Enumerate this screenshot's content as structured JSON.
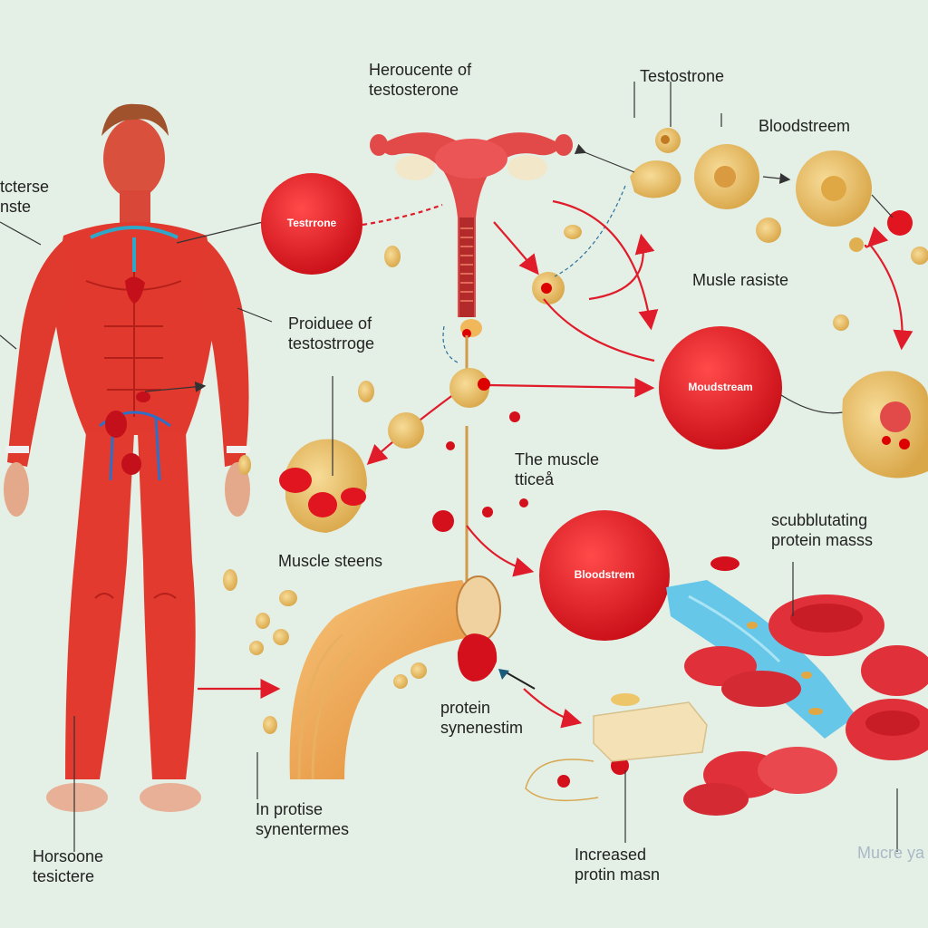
{
  "labels": {
    "hero": "Heroucente of\ntestosterone",
    "top_right": "Testostrone",
    "bloodstreem": "Bloodstreem",
    "left_clip": "tcterse\nnste",
    "produce": "Proiduee of\ntestostrroge",
    "musle_resiste": "Musle rasiste",
    "muscle_ttice": "The muscle\ntticeå",
    "muscle_steens": "Muscle steens",
    "scubbl": "scubblutating\nprotein masss",
    "protein_syn": "protein\nsynenestim",
    "in_protise": "In protise\nsynentermes",
    "horsoone": "Horsoone\ntesictere",
    "increased": "Increased\nprotin masn",
    "mucre": "Mucre ya"
  },
  "cells": {
    "testrone": "Testrrone",
    "moudstream": "Moudstream",
    "bloodstrem": "Bloodstrem"
  },
  "colors": {
    "background": "#e4efe6",
    "muscle": "#e2392e",
    "cell_red": "#e0151f",
    "fat_cell": "#eec66a",
    "tube": "#f0a24a",
    "vessel": "#66c7e8",
    "arrow": "#e01c2a"
  }
}
